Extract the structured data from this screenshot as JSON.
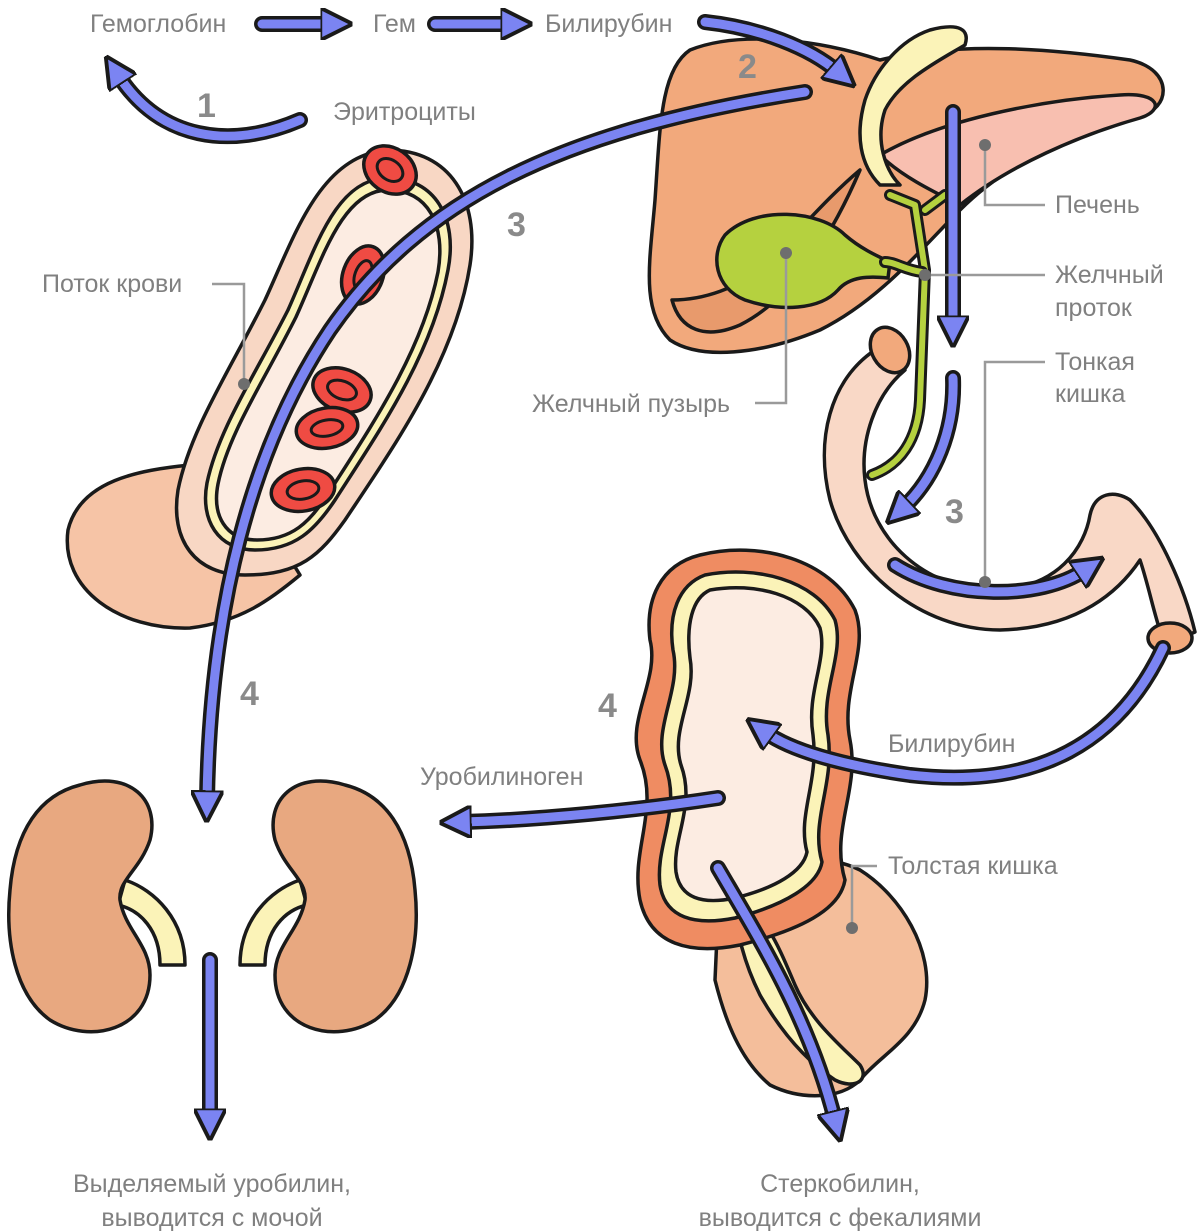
{
  "labels": {
    "hemoglobin": "Гемоглобин",
    "heme": "Гем",
    "bilirubin_top": "Билирубин",
    "erythrocytes": "Эритроциты",
    "blood_flow": "Поток крови",
    "liver": "Печень",
    "bile_duct_line1": "Желчный",
    "bile_duct_line2": "проток",
    "gallbladder": "Желчный пузырь",
    "small_intestine_line1": "Тонкая",
    "small_intestine_line2": "кишка",
    "bilirubin_bottom": "Билирубин",
    "urobilinogen": "Уробилиноген",
    "large_intestine": "Толстая кишка",
    "urobilin_line1": "Выделяемый уробилин,",
    "urobilin_line2": "выводится с мочой",
    "stercobilin_line1": "Стеркобилин,",
    "stercobilin_line2": "выводится с фекалиями"
  },
  "steps": {
    "s1": "1",
    "s2": "2",
    "s3_blood": "3",
    "s3_intestine": "3",
    "s4_kidney": "4",
    "s4_colon": "4"
  },
  "colors": {
    "arrow": "#7b84f2",
    "outline": "#1a1a1a",
    "liver": "#f2a97c",
    "liver_shade": "#e89a6c",
    "liver_pink": "#f8bfb0",
    "gallbladder": "#b5d13f",
    "bile": "#fbf3b8",
    "vessel_outer": "#f6c4a6",
    "vessel_wall": "#f8d7c4",
    "vessel_inner": "#fcece2",
    "erythrocyte": "#ef4b43",
    "kidney": "#e8a880",
    "colon_wall": "#ef8c62",
    "colon_body": "#f4be9b",
    "small_intestine": "#f9d8c6"
  }
}
